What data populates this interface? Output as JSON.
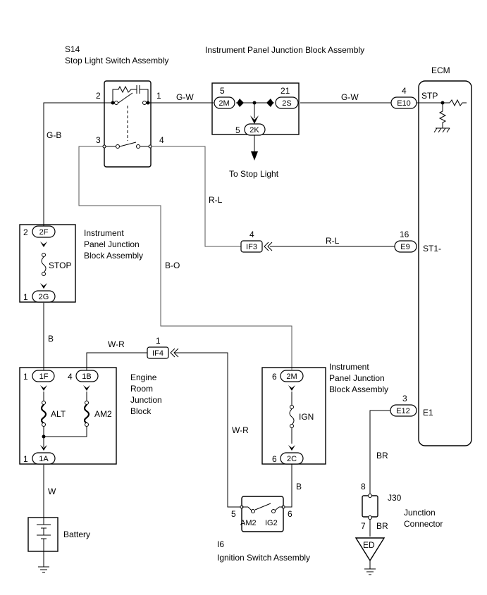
{
  "components": {
    "s14_id": "S14",
    "s14_name": "Stop Light Switch Assembly",
    "ipjb_top": "Instrument Panel Junction Block Assembly",
    "ipjb_left_1": "Instrument",
    "ipjb_left_2": "Panel Junction",
    "ipjb_left_3": "Block Assembly",
    "ecm": "ECM",
    "erjb_1": "Engine",
    "erjb_2": "Room",
    "erjb_3": "Junction",
    "erjb_4": "Block",
    "ipjb_right_1": "Instrument",
    "ipjb_right_2": "Panel Junction",
    "ipjb_right_3": "Block Assembly",
    "i6_id": "I6",
    "i6_name": "Ignition Switch Assembly",
    "battery": "Battery",
    "j30_id": "J30",
    "j30_1": "Junction",
    "j30_2": "Connector",
    "to_stop_light": "To Stop Light",
    "ground_ed": "ED"
  },
  "wire_colors": {
    "g_w_1": "G-W",
    "g_w_2": "G-W",
    "g_b": "G-B",
    "r_l_1": "R-L",
    "r_l_2": "R-L",
    "b_o": "B-O",
    "b_1": "B",
    "w_r_1": "W-R",
    "w_r_2": "W-R",
    "w": "W",
    "b_2": "B",
    "br_1": "BR",
    "br_2": "BR"
  },
  "connectors": {
    "c2m_top": "2M",
    "c2s": "2S",
    "c2k": "2K",
    "e10": "E10",
    "if3": "IF3",
    "e9": "E9",
    "c2f": "2F",
    "c2g": "2G",
    "if4": "IF4",
    "c1f": "1F",
    "c1b": "1B",
    "c1a": "1A",
    "c2m_right": "2M",
    "c2c": "2C",
    "e12": "E12"
  },
  "pins": {
    "s14_2": "2",
    "s14_1": "1",
    "s14_3": "3",
    "s14_4": "4",
    "jb_5": "5",
    "jb_21": "21",
    "jb_5b": "5",
    "ecm_4": "4",
    "ecm_16": "16",
    "if3_4": "4",
    "c2f_2": "2",
    "c2g_1": "1",
    "if4_1": "1",
    "c1f_1": "1",
    "c1b_4": "4",
    "c1a_1": "1",
    "c2m_6": "6",
    "c2c_6": "6",
    "ecm_3": "3",
    "i6_5": "5",
    "i6_6": "6",
    "j30_8": "8",
    "j30_7": "7"
  },
  "terminals": {
    "stp": "STP",
    "st1": "ST1-",
    "e1": "E1"
  },
  "fuses": {
    "stop": "STOP",
    "alt": "ALT",
    "am2": "AM2",
    "ign": "IGN"
  },
  "ignition_contacts": {
    "am2": "AM2",
    "ig2": "IG2"
  }
}
